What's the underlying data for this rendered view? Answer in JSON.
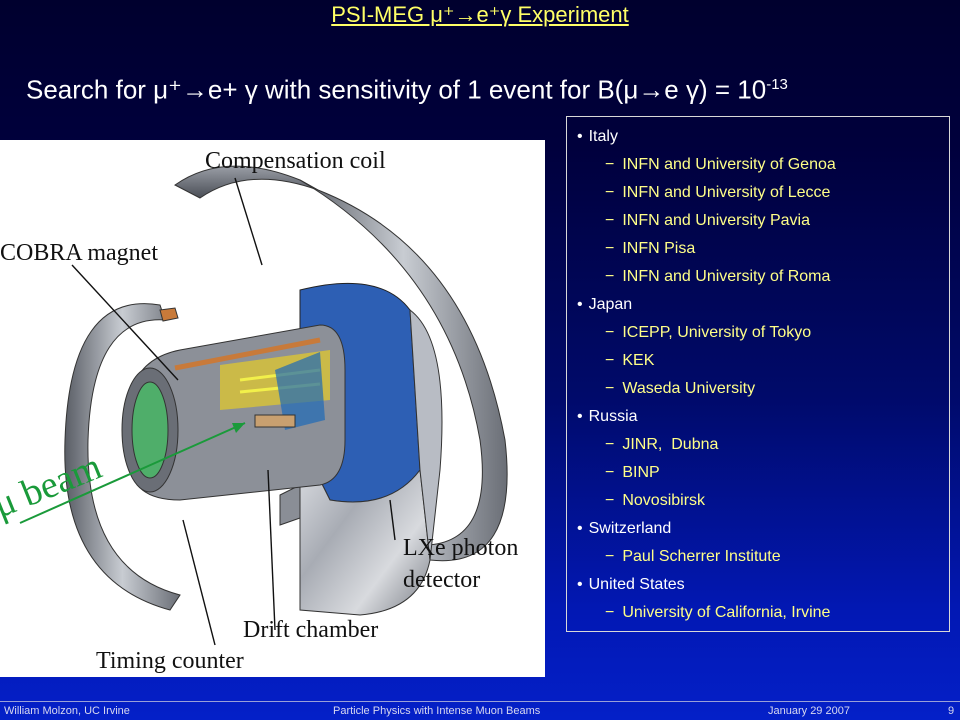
{
  "slide": {
    "title": "PSI-MEG μ⁺→e⁺γ Experiment",
    "subtitle_main": "Search for μ⁺→e+ γ with sensitivity of 1 event for B(μ→e γ) = 10",
    "subtitle_exp": "-13"
  },
  "figure": {
    "labels": {
      "compensation_coil": "Compensation coil",
      "cobra_magnet": "COBRA magnet",
      "mu_beam": "μ beam",
      "lxe_line1": "LXe photon",
      "lxe_line2": "detector",
      "drift_chamber": "Drift chamber",
      "timing_counter": "Timing counter"
    }
  },
  "collaboration": [
    {
      "country": "Italy",
      "institutions": [
        "INFN and University of Genoa",
        "INFN and University of Lecce",
        "INFN and University Pavia",
        "INFN Pisa",
        "INFN and University of Roma"
      ]
    },
    {
      "country": "Japan",
      "institutions": [
        "ICEPP, University of Tokyo",
        "KEK",
        "Waseda University"
      ]
    },
    {
      "country": "Russia",
      "institutions": [
        "JINR,  Dubna",
        "BINP",
        "Novosibirsk"
      ]
    },
    {
      "country": "Switzerland",
      "institutions": [
        "Paul Scherrer Institute"
      ]
    },
    {
      "country": "United States",
      "institutions": [
        "University of California, Irvine"
      ]
    }
  ],
  "footer": {
    "author": "William  Molzon, UC Irvine",
    "talk": "Particle Physics with Intense Muon Beams",
    "date": "January  29 2007",
    "page": "9"
  },
  "colors": {
    "title": "#ffff66",
    "institution": "#ffff88",
    "country": "#ffffff"
  }
}
